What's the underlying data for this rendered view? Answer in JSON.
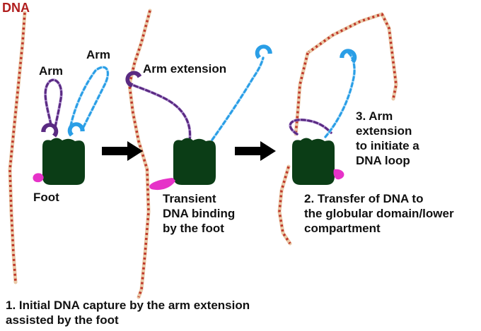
{
  "labels": {
    "dna": "DNA",
    "arm_left": "Arm",
    "arm_right": "Arm",
    "arm_extension": "Arm extension",
    "foot": "Foot",
    "transient_binding": [
      "Transient",
      "DNA binding",
      "by the foot"
    ],
    "arm_extension_loop": [
      "3. Arm",
      "extension",
      "to initiate a",
      "DNA loop"
    ],
    "transfer": [
      "2. Transfer of DNA to",
      "the globular domain/lower",
      "compartment"
    ],
    "initial_capture": [
      "1. Initial DNA capture by the arm extension",
      "assisted by the foot"
    ]
  },
  "colors": {
    "dna_red": "#c0392b",
    "dna_tan": "#e9c9a8",
    "body_green": "#0b3d16",
    "arm_purple": "#5a2a82",
    "arm_purple_light": "#b69bd6",
    "arm_blue": "#2a9ee6",
    "arm_blue_light": "#bfe4fa",
    "foot_magenta": "#e632c8",
    "arrow_black": "#000000",
    "dna_label_red": "#b01e1e"
  }
}
